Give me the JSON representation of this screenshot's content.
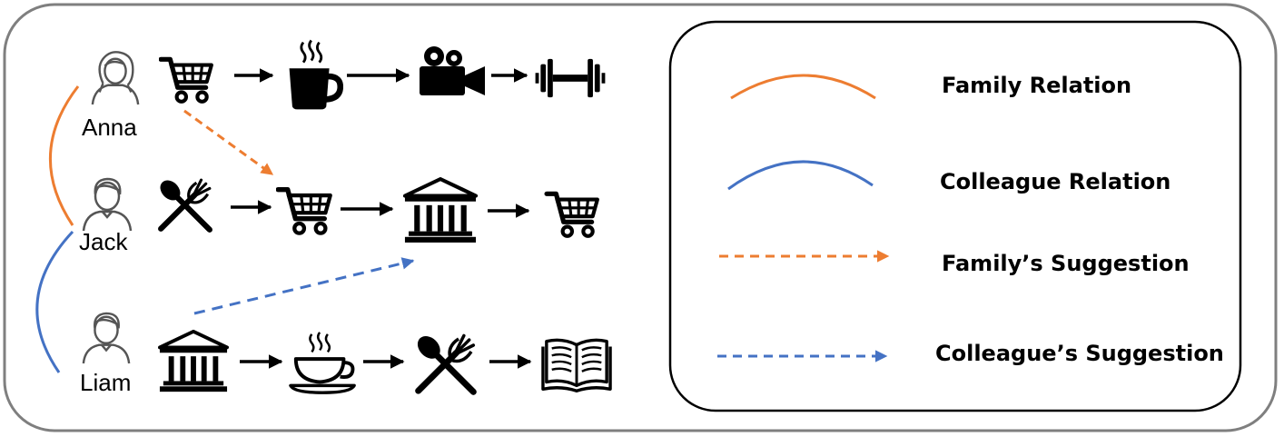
{
  "colors": {
    "family": "#ED7D31",
    "colleague": "#4472C4",
    "ink": "#000000",
    "frame": "#7F7F7F"
  },
  "people": {
    "anna": {
      "name": "Anna",
      "icon": "person-female-icon"
    },
    "jack": {
      "name": "Jack",
      "icon": "person-male-icon"
    },
    "liam": {
      "name": "Liam",
      "icon": "person-male-icon"
    }
  },
  "sequences": {
    "anna": [
      "shopping-cart-icon",
      "coffee-mug-icon",
      "movie-camera-icon",
      "dumbbell-icon"
    ],
    "jack": [
      "fork-knife-icon",
      "shopping-cart-icon",
      "bank-building-icon",
      "shopping-cart-icon"
    ],
    "liam": [
      "bank-building-icon",
      "tea-cup-icon",
      "fork-knife-icon",
      "open-book-icon"
    ]
  },
  "legend": {
    "family_relation": "Family Relation",
    "colleague_relation": "Colleague Relation",
    "family_suggestion": "Family’s Suggestion",
    "colleague_suggestion": "Colleague’s Suggestion"
  }
}
